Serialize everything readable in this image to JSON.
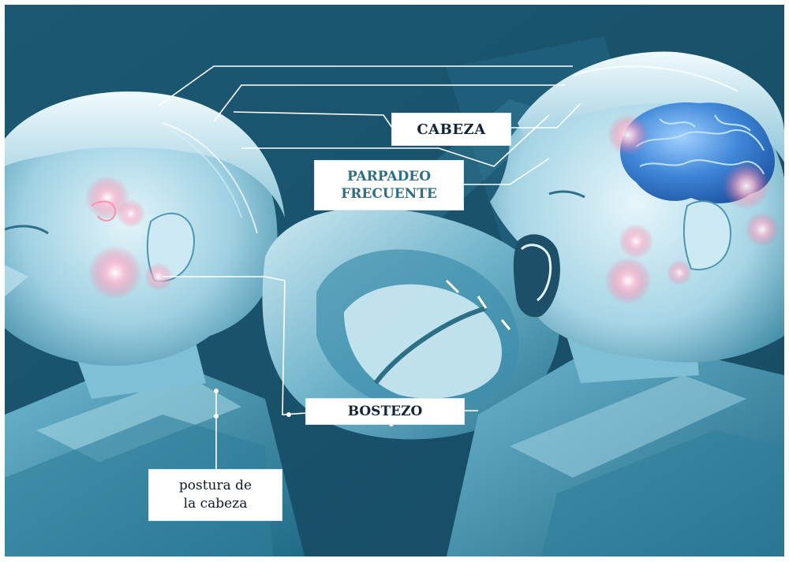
{
  "labels": {
    "cabeza": "CABEZA",
    "parpadeo_line1": "PARPADEO",
    "parpadeo_line2": "FRECUENTE",
    "bostezo": "BOSTEZO",
    "postura_line1": "postura de",
    "postura_line2": "la cabeza"
  },
  "colors": {
    "background": "#1f5d77",
    "skin_light": "#d6eef6",
    "skin_mid": "#7fc0d6",
    "skin_dark": "#2f7d99",
    "brain": "#3f86d8",
    "glow": "#ff5a8a",
    "label_bg": "#ffffff",
    "label_text_dark": "#14253a",
    "label_text_teal": "#2c6f86"
  }
}
